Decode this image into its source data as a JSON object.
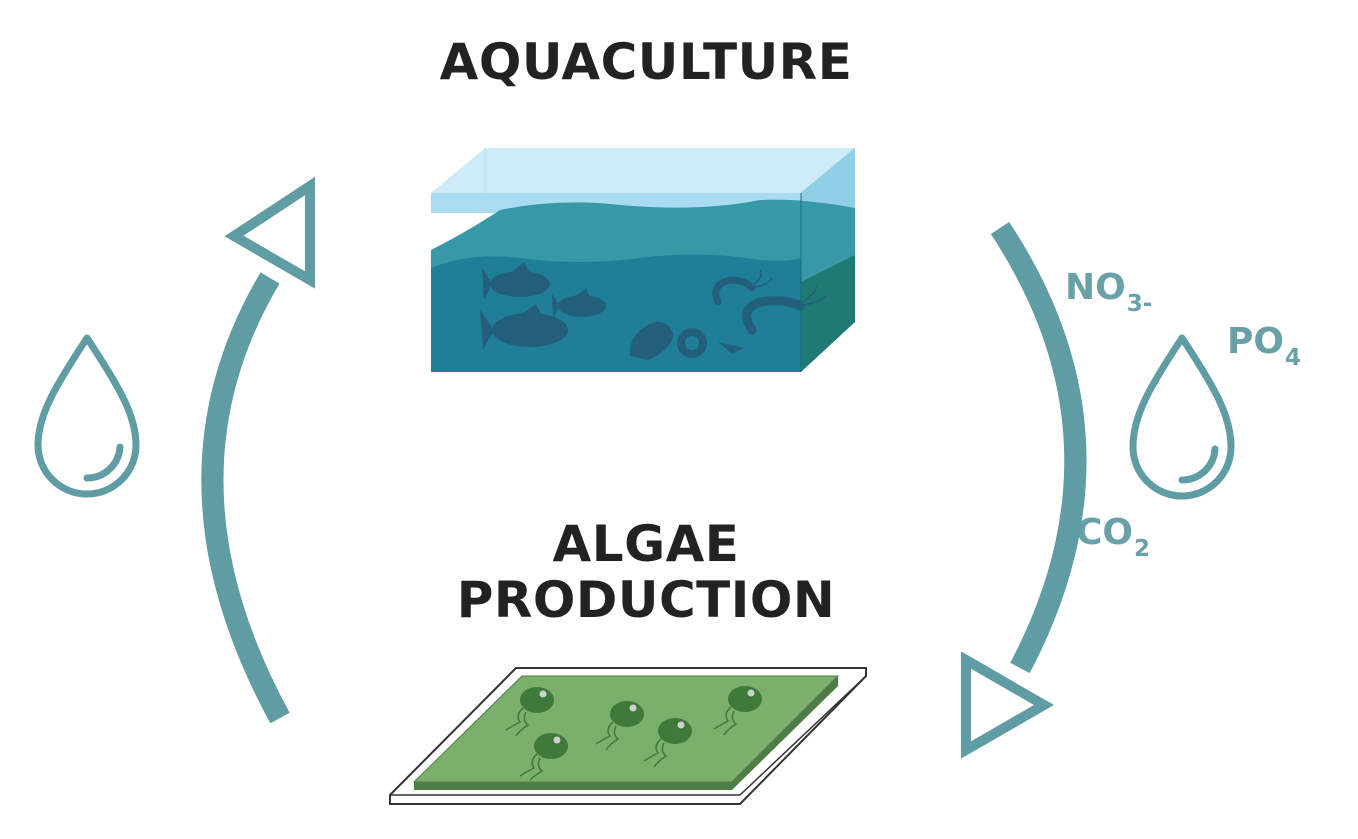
{
  "diagram": {
    "top_title": "AQUACULTURE",
    "bottom_title_line1": "ALGAE",
    "bottom_title_line2": "PRODUCTION",
    "nutrients": {
      "no3": {
        "base": "NO",
        "sub": "3-"
      },
      "po4": {
        "base": "PO",
        "sub": "4"
      },
      "co2": {
        "base": "CO",
        "sub": "2"
      }
    }
  },
  "colors": {
    "accent": "#5f9ca4",
    "water_dark": "#1f7f98",
    "water_mid": "#3799a8",
    "water_light": "#a9dcf2",
    "tank_side": "#1f7a74",
    "fish": "#235f7a",
    "algae_green": "#7aaf6c",
    "algae_cell": "#3f7a3a",
    "title_text": "#222222",
    "chem_text": "#6aa0a7"
  },
  "icons": {
    "left": "water-drop-icon",
    "right": "water-drop-icon",
    "cycle": "cycle-arrow-icon",
    "tank": "aquarium-tank-icon",
    "tray": "algae-tray-icon"
  }
}
